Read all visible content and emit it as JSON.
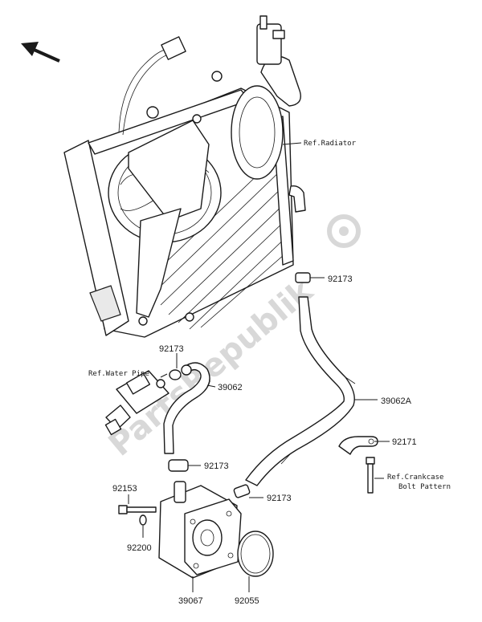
{
  "labels": {
    "p92173_top": "92173",
    "p92173_left": "92173",
    "p92173_mid": "92173",
    "p92173_low": "92173",
    "p39062": "39062",
    "p39062a": "39062A",
    "p92171": "92171",
    "p92153": "92153",
    "p92200": "92200",
    "p39067": "39067",
    "p92055": "92055"
  },
  "refs": {
    "radiator": "Ref.Radiator",
    "water_pipe": "Ref.Water Pipe",
    "crankcase_line1": "Ref.Crankcase",
    "crankcase_line2": "Bolt Pattern"
  },
  "watermark": "PartsRepublik"
}
